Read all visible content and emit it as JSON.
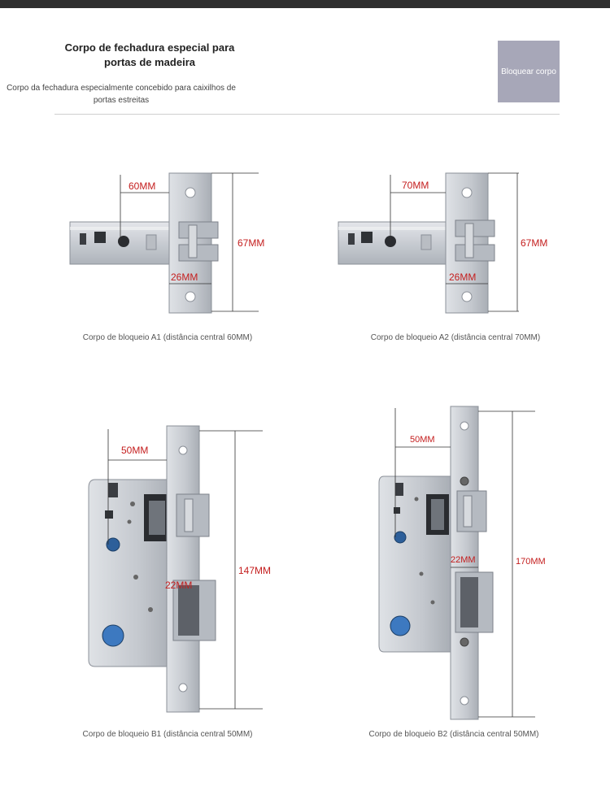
{
  "header": {
    "title": "Corpo de fechadura especial para portas de madeira",
    "subtitle": "Corpo da fechadura especialmente concebido para caixilhos de portas estreitas",
    "badge": "Bloquear corpo"
  },
  "products": [
    {
      "id": "a1",
      "caption": "Corpo de bloqueio A1 (distância central 60MM)",
      "backset": "60MM",
      "height": "67MM",
      "width": "26MM"
    },
    {
      "id": "a2",
      "caption": "Corpo de bloqueio A2 (distância central 70MM)",
      "backset": "70MM",
      "height": "67MM",
      "width": "26MM"
    },
    {
      "id": "b1",
      "caption": "Corpo de bloqueio B1 (distância central 50MM)",
      "backset": "50MM",
      "height": "147MM",
      "width": "22MM"
    },
    {
      "id": "b2",
      "caption": "Corpo de bloqueio B2 (distância central 50MM)",
      "backset": "50MM",
      "height": "170MM",
      "width": "22MM"
    }
  ],
  "colors": {
    "dimension_text": "#c41d1d",
    "badge_bg": "#a7a7b8",
    "top_bar": "#2e2e2e"
  }
}
